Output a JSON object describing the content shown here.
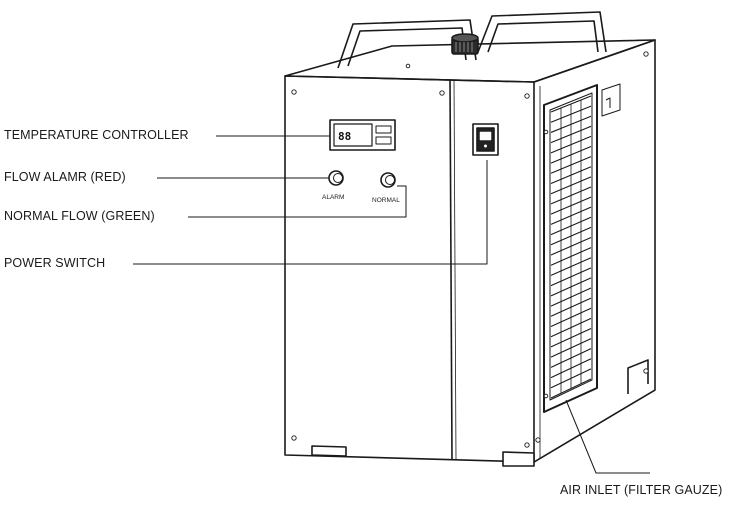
{
  "labels": {
    "temperature_controller": "TEMPERATURE CONTROLLER",
    "flow_alarm": "FLOW ALAMR (RED)",
    "normal_flow": "NORMAL FLOW (GREEN)",
    "power_switch": "POWER SWITCH",
    "air_inlet": "AIR INLET (FILTER GAUZE)"
  },
  "panel": {
    "display_value": "88",
    "alarm_label": "ALARM",
    "normal_label": "NORMAL"
  },
  "colors": {
    "line": "#1a1a1a",
    "background": "#ffffff"
  }
}
